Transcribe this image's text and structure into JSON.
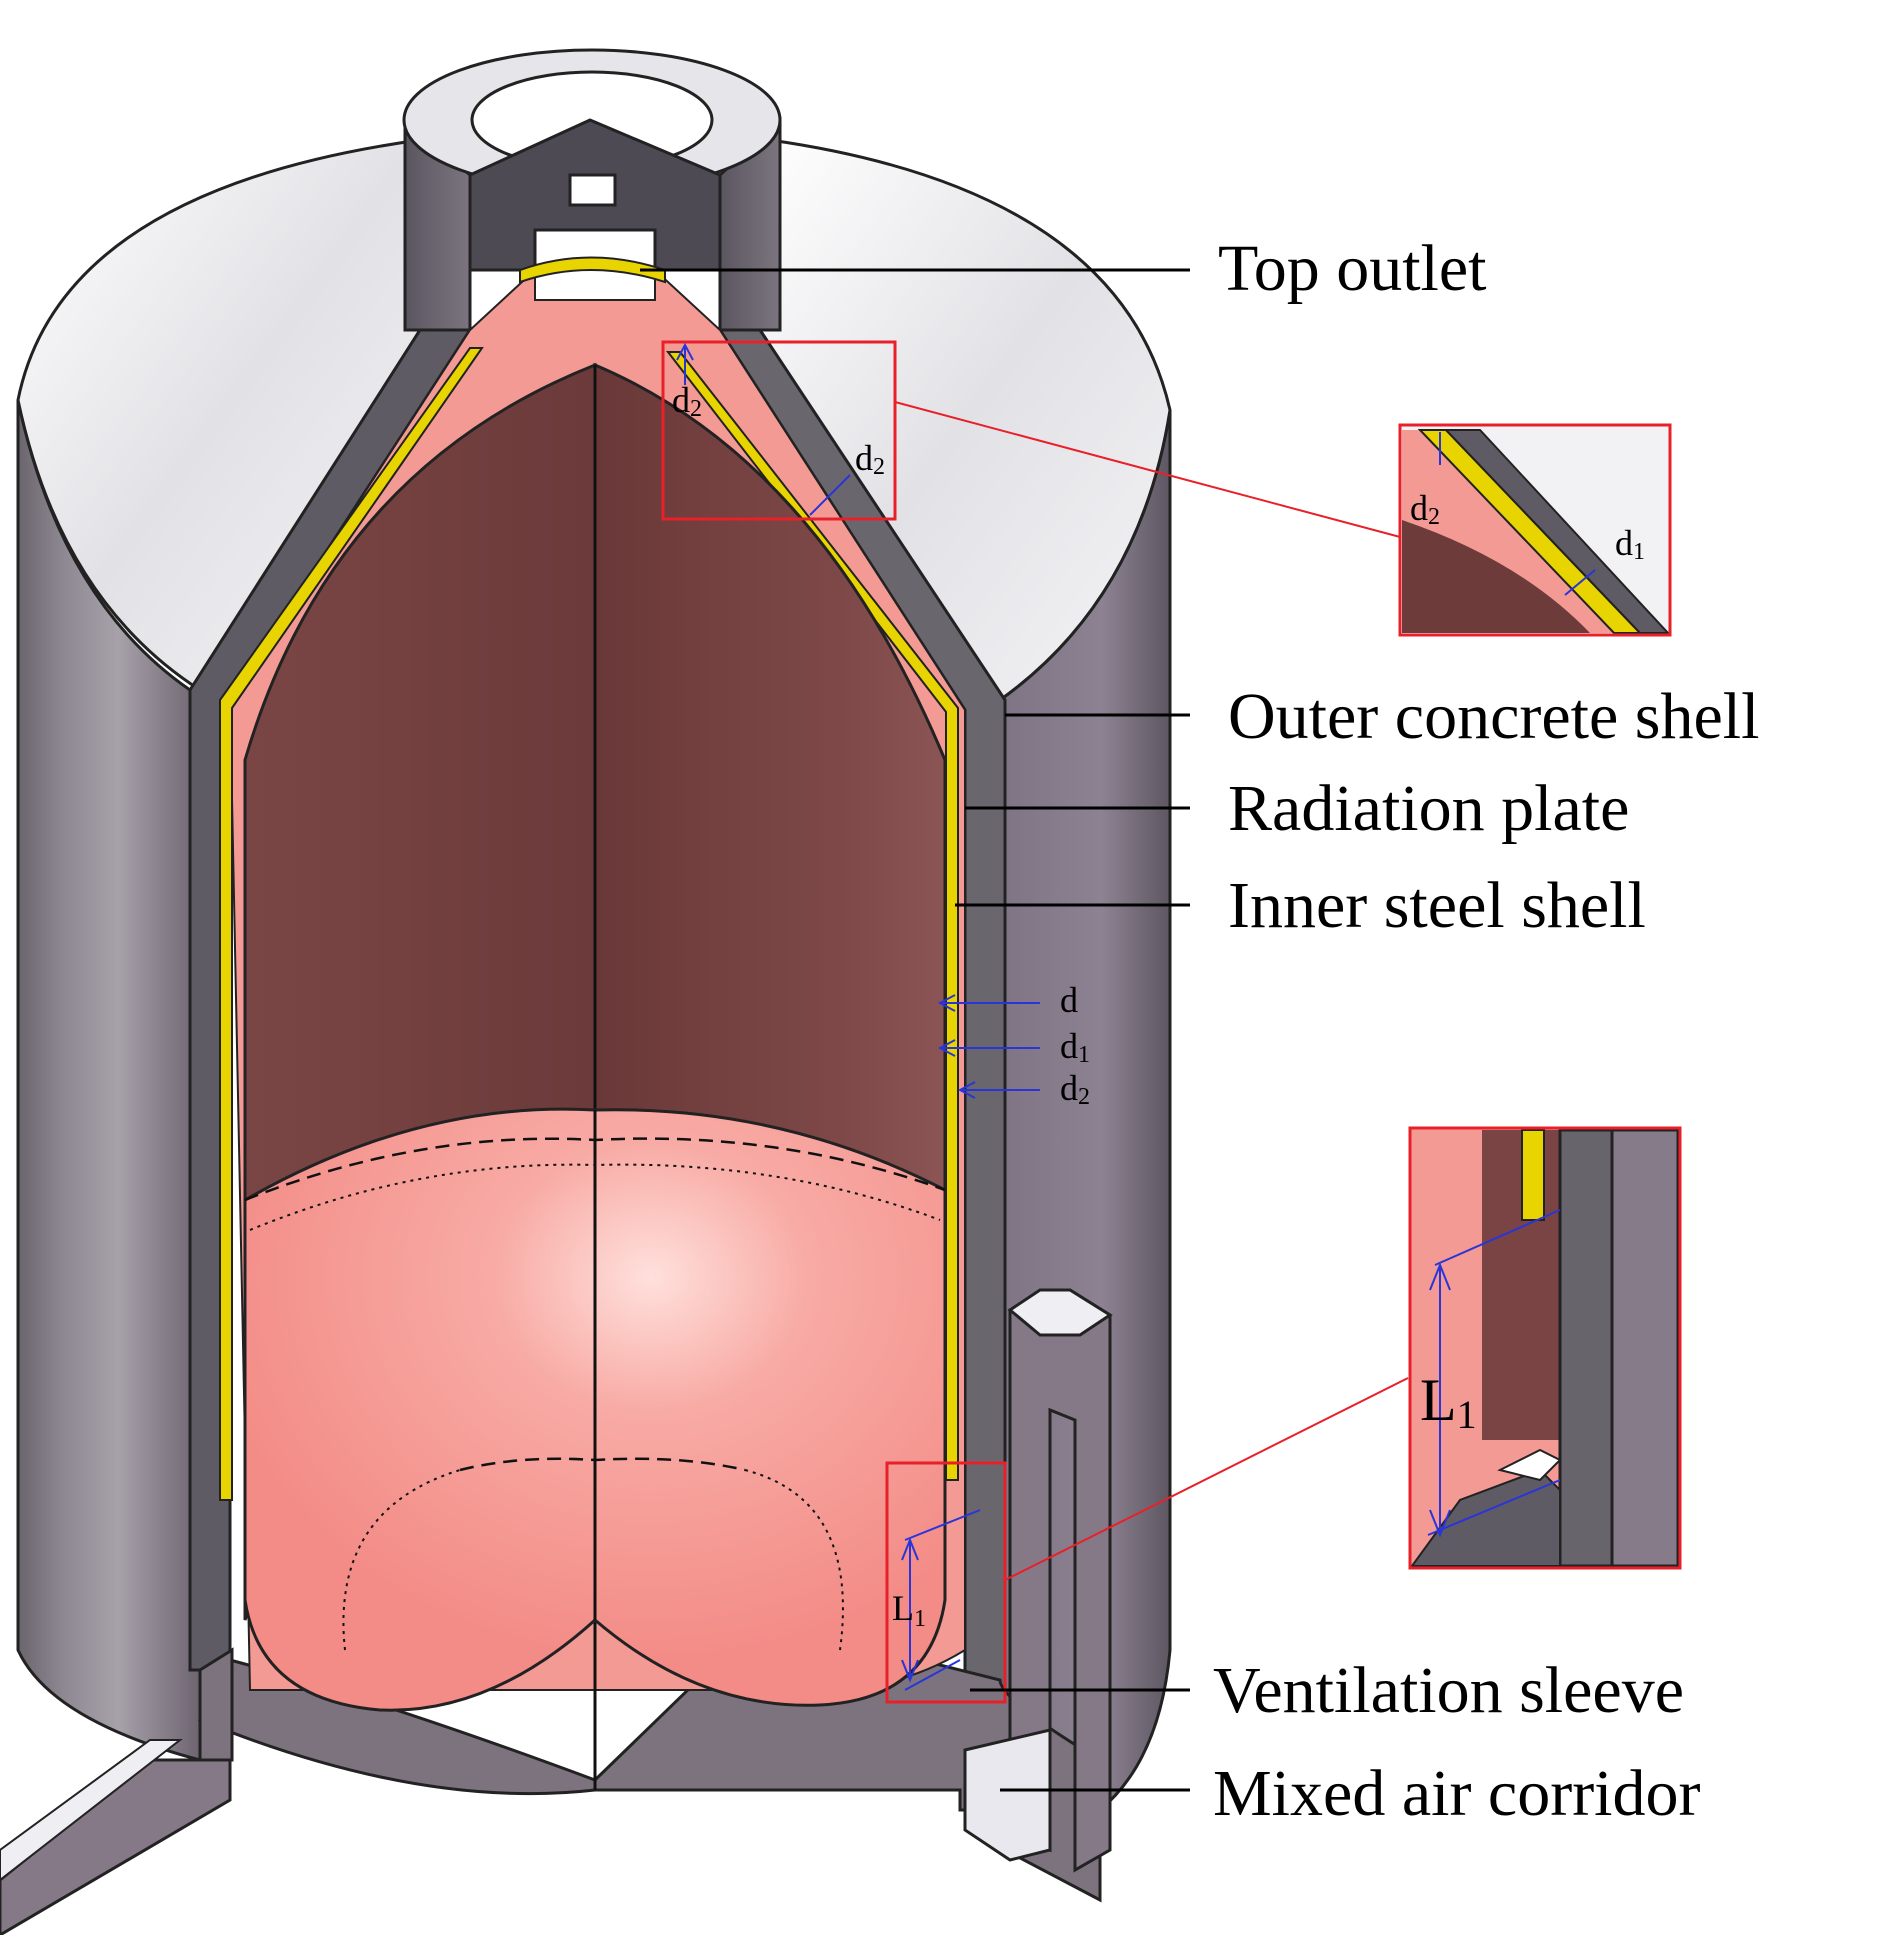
{
  "callouts": {
    "top_outlet": "Top outlet",
    "outer_concrete_shell": "Outer concrete shell",
    "radiation_plate": "Radiation plate",
    "inner_steel_shell": "Inner steel shell",
    "ventilation_sleeve": "Ventilation sleeve",
    "mixed_air_corridor": "Mixed air corridor"
  },
  "dimensions": {
    "d": "d",
    "d_letter": "d",
    "sub1": "1",
    "sub2": "2",
    "L_letter": "L",
    "L_sub": "1"
  },
  "colors": {
    "concrete_dark": "#6f6a72",
    "concrete_mid": "#8a7f8c",
    "concrete_light": "#c9c6cc",
    "top_surface": "#e9e9ec",
    "radiation_plate": "#e8d400",
    "air_gap": "#f49a94",
    "core_dark": "#6e3b3b",
    "core_light": "#f8a7a2",
    "dim_line": "#2a35d8",
    "highlight_box": "#e8202a"
  }
}
